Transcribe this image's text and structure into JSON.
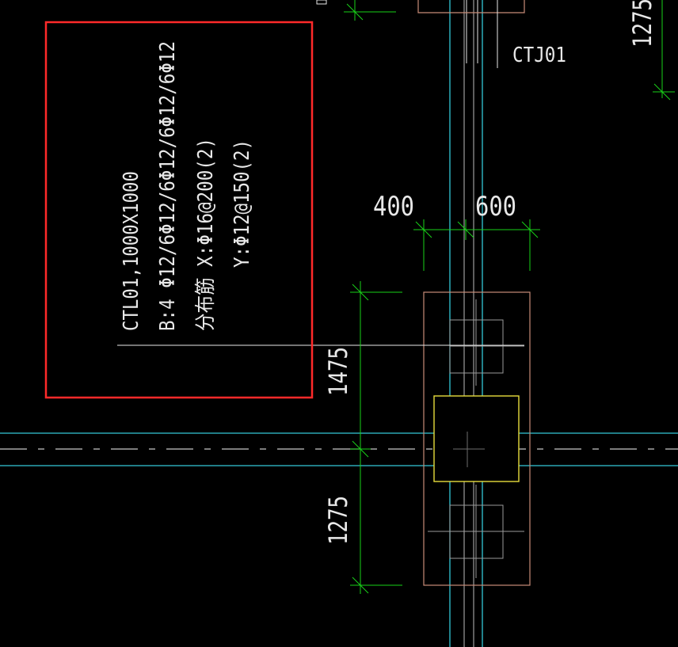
{
  "colors": {
    "background": "#000000",
    "axis_cyan": "#33c8d8",
    "dimension_green": "#19d219",
    "beam_pink": "#c88c78",
    "column_yellow": "#e6dc3c",
    "highlight_red": "#ff2a2a",
    "line_gray": "#9a9a9a",
    "text_white": "#e8e8e8"
  },
  "annotation": {
    "line1": "CTL01,1000X1000",
    "line2": "B:4 Φ12/6Φ12/6Φ12/6Φ12/6Φ12",
    "line3": "分布筋 X:Φ16@200(2)",
    "line4": "Y:Φ12@150(2)"
  },
  "labels": {
    "ctj": "CTJ01"
  },
  "dimensions": {
    "top_left": "400",
    "top_right": "600",
    "left_upper": "1475",
    "left_lower": "1275",
    "top_right_corner": "1275"
  }
}
